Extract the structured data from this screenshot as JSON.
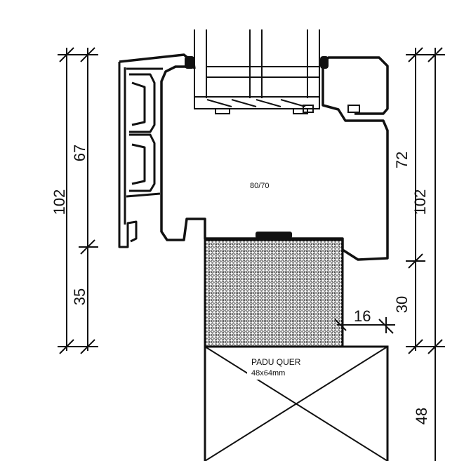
{
  "dimensions": {
    "left_outer_total": "102",
    "left_upper": "67",
    "left_lower": "35",
    "right_upper": "72",
    "right_total": "102",
    "right_lower": "30",
    "width_offset": "16",
    "beam_height": "48"
  },
  "labels": {
    "profile_code": "80/70",
    "beam_name": "PADU QUER",
    "beam_size": "48x64mm"
  },
  "colors": {
    "line": "#111111",
    "fill_dark": "#111111",
    "background": "#ffffff"
  }
}
